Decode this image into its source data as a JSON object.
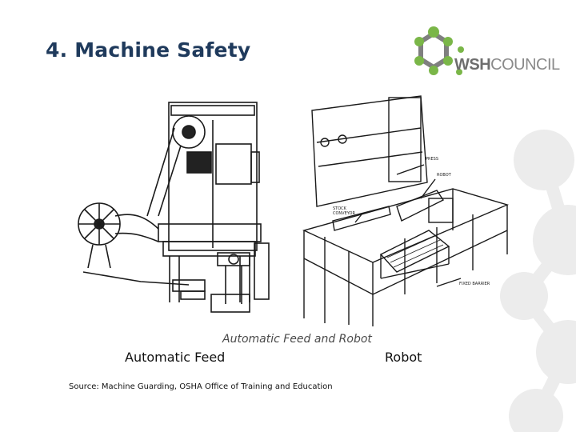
{
  "slide": {
    "title": "4. Machine Safety",
    "logo": {
      "text_bold": "WSH",
      "text_regular": "COUNCIL",
      "colors": {
        "green": "#7ab648",
        "gray": "#7f7f7f",
        "background_hex": "#e9e9e9"
      }
    },
    "illustrations": [
      {
        "name": "automatic-feed-press",
        "labels": []
      },
      {
        "name": "robot-cell",
        "labels": [
          "PRESS",
          "ROBOT",
          "STOCK CONVEYOR",
          "FIXED BARRIER"
        ]
      }
    ],
    "caption_italic": "Automatic Feed and Robot",
    "caption_left": "Automatic Feed",
    "caption_right": "Robot",
    "source": "Source: Machine Guarding, OSHA Office of Training and Education"
  }
}
